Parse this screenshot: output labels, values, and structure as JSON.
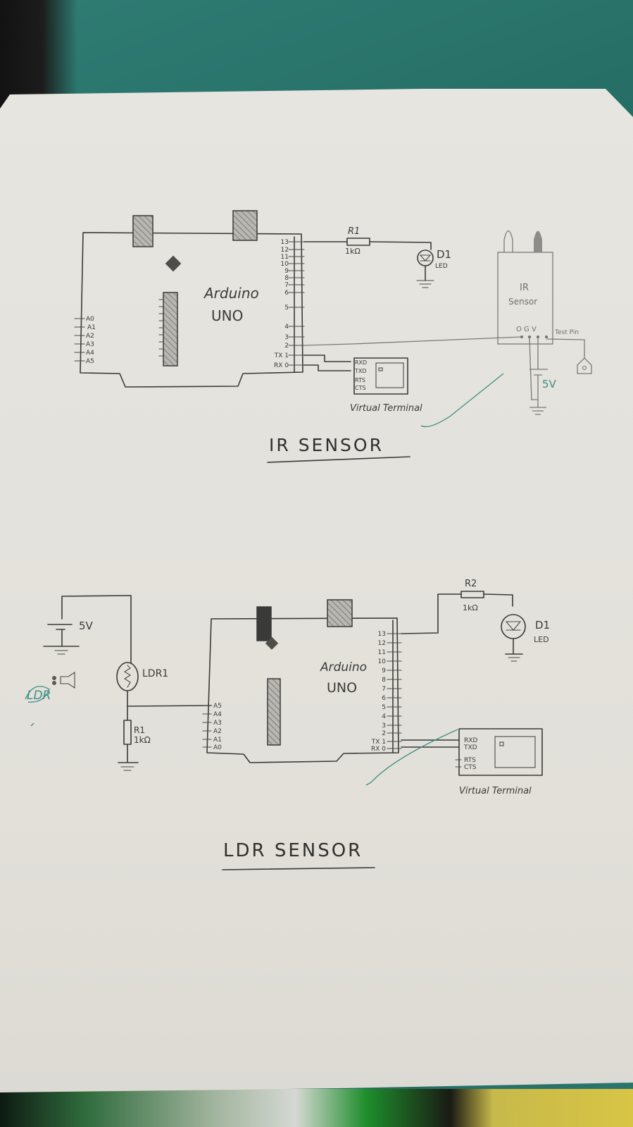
{
  "photo": {
    "background_colors": {
      "cloth": "#2a6b63",
      "paper": "#e5e3dd",
      "ink": "#3a3a38",
      "teal_ink": "#3e8f86"
    }
  },
  "diagrams": [
    {
      "title": "IR SENSOR",
      "board": {
        "label_line1": "Arduino",
        "label_line2": "UNO"
      },
      "analog_pins": [
        "A0",
        "A1",
        "A2",
        "A3",
        "A4",
        "A5"
      ],
      "digital_pins": [
        "13",
        "12",
        "11",
        "10",
        "9",
        "8",
        "7",
        "6",
        "5",
        "4",
        "3",
        "2",
        "TX 1",
        "RX 0"
      ],
      "resistor": {
        "name": "R1",
        "value": "1kΩ"
      },
      "led": {
        "name": "D1",
        "type": "LED"
      },
      "ir_sensor": {
        "label_line1": "IR",
        "label_line2": "Sensor",
        "pins": "O G V",
        "test_pin": "Test Pin"
      },
      "supply": {
        "value": "5V"
      },
      "terminal": {
        "label": "Virtual Terminal",
        "pins": [
          "RXD",
          "TXD",
          "RTS",
          "CTS"
        ]
      }
    },
    {
      "title": "LDR SENSOR",
      "board": {
        "label_line1": "Arduino",
        "label_line2": "UNO"
      },
      "analog_pins": [
        "A5",
        "A4",
        "A3",
        "A2",
        "A1",
        "A0"
      ],
      "digital_pins": [
        "13",
        "12",
        "11",
        "10",
        "9",
        "8",
        "7",
        "6",
        "5",
        "4",
        "3",
        "2",
        "TX 1",
        "RX 0"
      ],
      "supply": {
        "value": "5V"
      },
      "ldr": {
        "name": "LDR1",
        "note": "LDR"
      },
      "resistor_ldr": {
        "name": "R1",
        "value": "1kΩ"
      },
      "resistor_led": {
        "name": "R2",
        "value": "1kΩ"
      },
      "led": {
        "name": "D1",
        "type": "LED"
      },
      "terminal": {
        "label": "Virtual Terminal",
        "pins": [
          "RXD",
          "TXD",
          "RTS",
          "CTS"
        ]
      }
    }
  ]
}
